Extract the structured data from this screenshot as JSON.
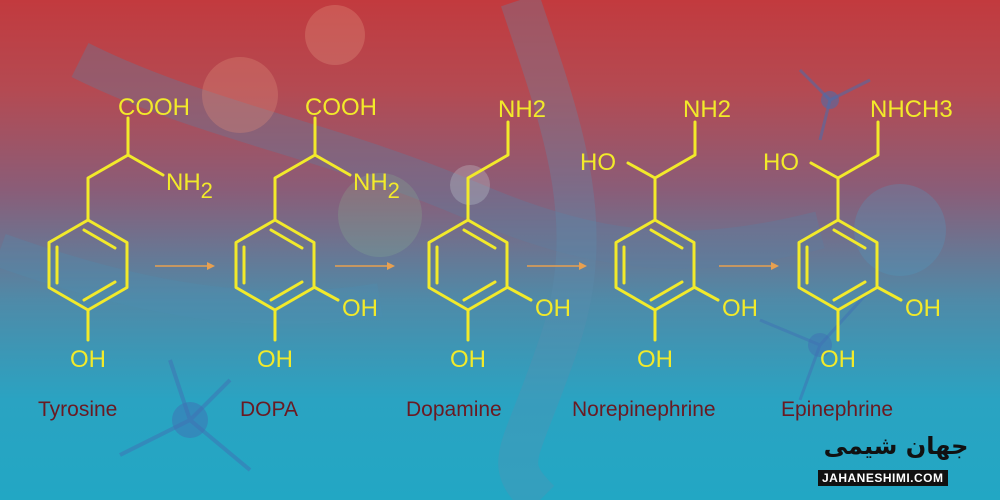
{
  "molecules": [
    {
      "name": "Tyrosine",
      "top_label": "COOH",
      "amine_label": "NH2",
      "ring_substituents": [
        "OH"
      ]
    },
    {
      "name": "DOPA",
      "top_label": "COOH",
      "amine_label": "NH2",
      "ring_substituents": [
        "OH",
        "OH"
      ]
    },
    {
      "name": "Dopamine",
      "top_label": "NH2",
      "ring_substituents": [
        "OH",
        "OH"
      ]
    },
    {
      "name": "Norepinephrine",
      "top_label": "NH2",
      "side_label": "HO",
      "ring_substituents": [
        "OH",
        "OH"
      ]
    },
    {
      "name": "Epinephrine",
      "top_label": "NHCH3",
      "side_label": "HO",
      "ring_substituents": [
        "OH",
        "OH"
      ]
    }
  ],
  "labels": {
    "tyrosine": {
      "cooh": "COOH",
      "nh2": "NH",
      "sub2": "2",
      "oh": "OH",
      "name": "Tyrosine"
    },
    "dopa": {
      "cooh": "COOH",
      "nh2": "NH",
      "sub2": "2",
      "oh_right": "OH",
      "oh_bottom": "OH",
      "name": "DOPA"
    },
    "dopamine": {
      "nh2": "NH2",
      "oh_right": "OH",
      "oh_bottom": "OH",
      "name": "Dopamine"
    },
    "norepinephrine": {
      "nh2": "NH2",
      "ho": "HO",
      "oh_right": "OH",
      "oh_bottom": "OH",
      "name": "Norepinephrine"
    },
    "epinephrine": {
      "nhch3": "NHCH3",
      "ho": "HO",
      "oh_right": "OH",
      "oh_bottom": "OH",
      "name": "Epinephrine"
    }
  },
  "logo": {
    "persian": "جهان شیمی",
    "latin": "JAHANESHIMI.COM"
  },
  "colors": {
    "structure": "#f2ea2a",
    "arrow": "#e8a050",
    "name_text": "#6a1a22"
  }
}
